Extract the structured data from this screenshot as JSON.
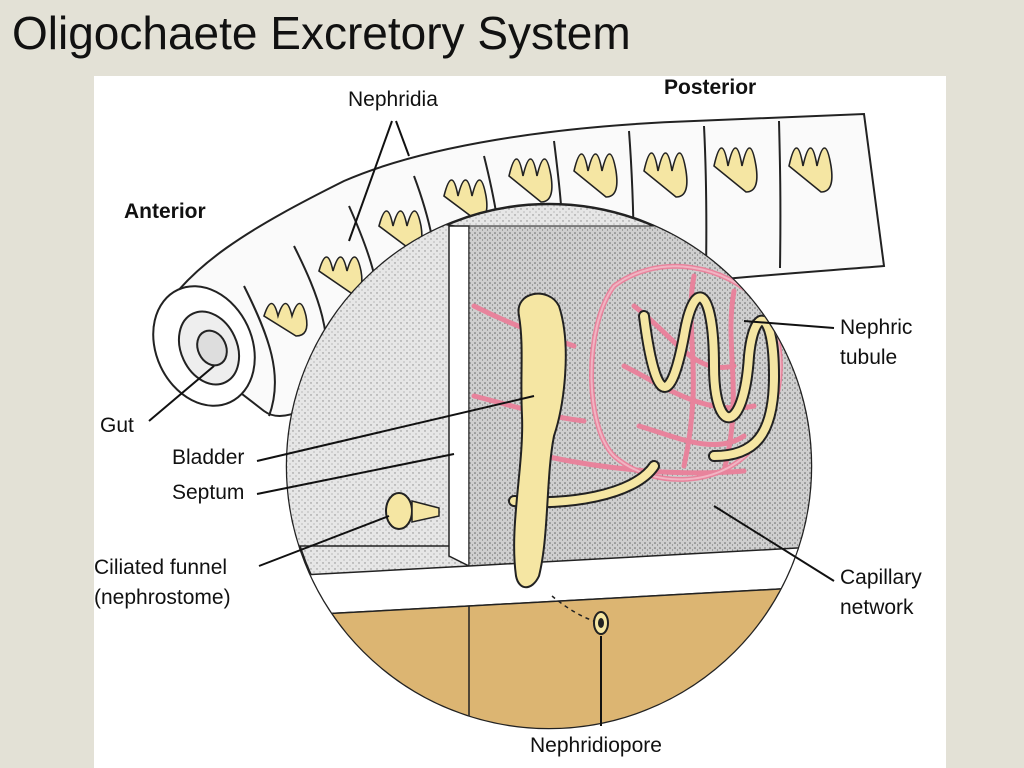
{
  "slide": {
    "title": "Oligochaete Excretory System"
  },
  "labels": {
    "nephridia": "Nephridia",
    "posterior": "Posterior",
    "anterior": "Anterior",
    "gut": "Gut",
    "bladder": "Bladder",
    "septum": "Septum",
    "ciliated_funnel_line1": "Ciliated funnel",
    "ciliated_funnel_line2": "(nephrostome)",
    "nephric_tubule_line1": "Nephric",
    "nephric_tubule_line2": "tubule",
    "capillary_network_line1": "Capillary",
    "capillary_network_line2": "network",
    "nephridiopore": "Nephridiopore"
  },
  "colors": {
    "slide_background": "#e3e1d6",
    "panel_background": "#ffffff",
    "tubule_yellow": "#f5e6a3",
    "capillary_pink": "#e8839c",
    "body_wall_tan": "#dcb572",
    "stipple_gray": "#dcdcdc",
    "outline": "#222222"
  }
}
